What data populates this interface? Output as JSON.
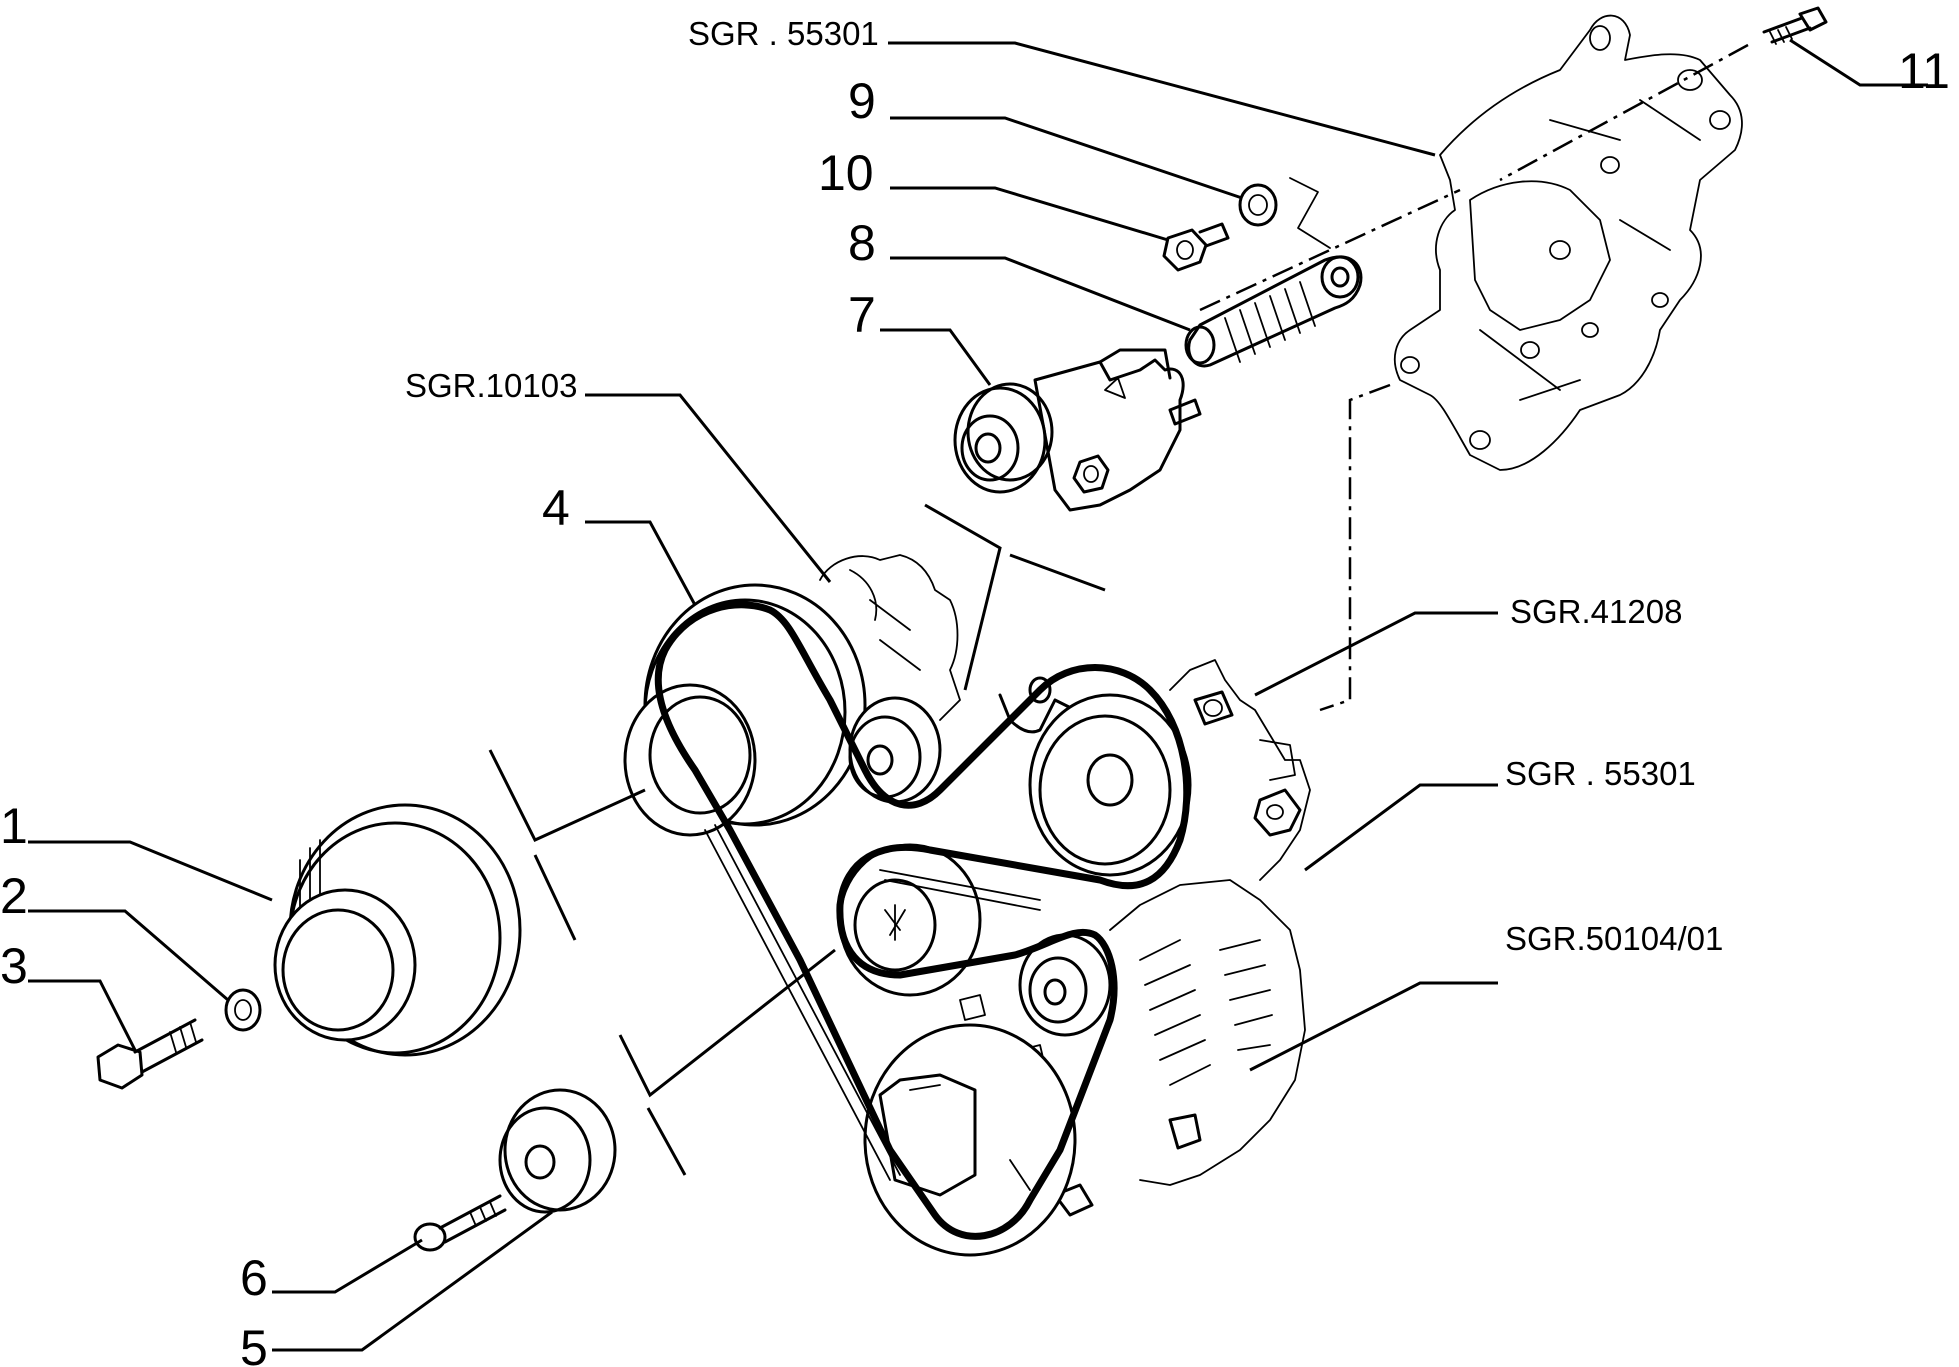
{
  "callouts": {
    "c1": "1",
    "c2": "2",
    "c3": "3",
    "c4": "4",
    "c5": "5",
    "c6": "6",
    "c7": "7",
    "c8": "8",
    "c9": "9",
    "c10": "10",
    "c11": "11",
    "ref_bracket_top": "SGR . 55301",
    "ref_bracket_right": "SGR . 55301",
    "ref_crankshaft": "SGR.10103",
    "ref_compressor": "SGR.41208",
    "ref_alternator": "SGR.50104/01"
  }
}
